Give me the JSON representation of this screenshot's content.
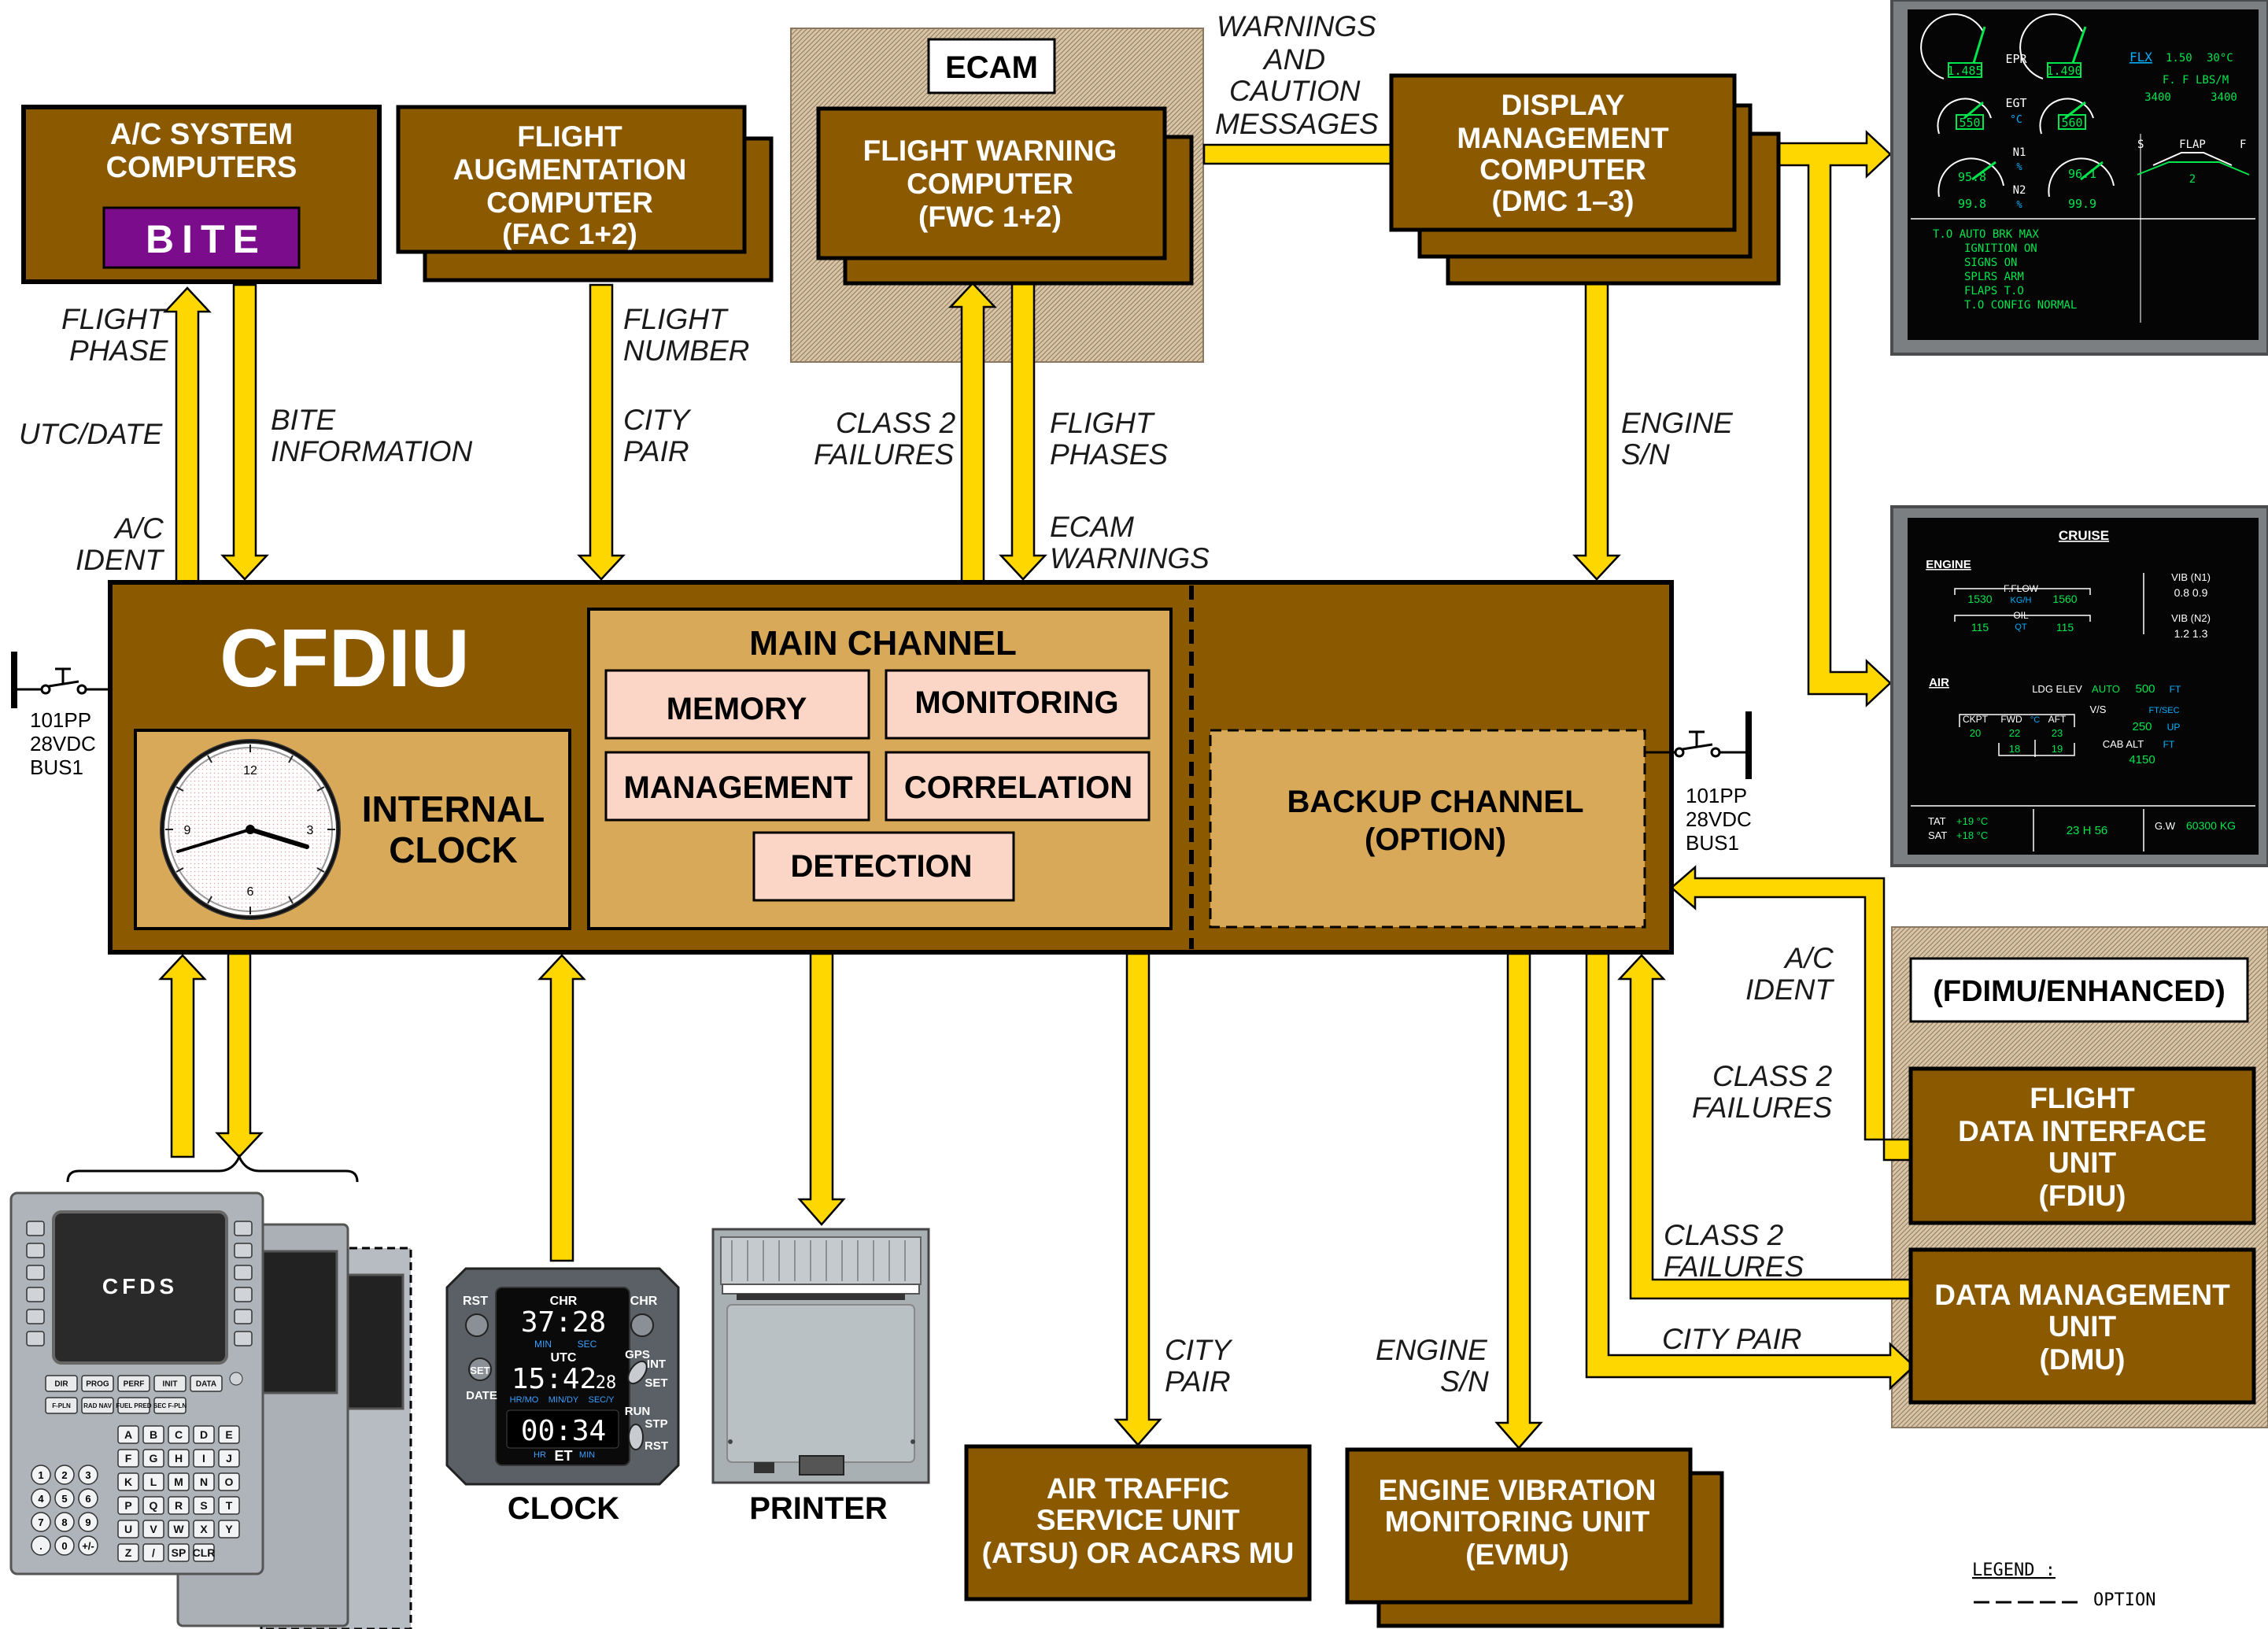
{
  "colors": {
    "box_fill": "#8b5a00",
    "box_border": "#000000",
    "channel_fill": "#d9a95a",
    "module_fill": "#fbd6c6",
    "arrow_fill": "#ffd700",
    "bite_fill": "#7b0c8c",
    "ecam_screen": "#0a0a0a",
    "screen_green": "#00e64d",
    "screen_cyan": "#00b0ff"
  },
  "boxes": {
    "ac_system": [
      "A/C SYSTEM",
      "COMPUTERS"
    ],
    "bite": "BITE",
    "fac": [
      "FLIGHT",
      "AUGMENTATION",
      "COMPUTER",
      "(FAC 1+2)"
    ],
    "ecam_title": "ECAM",
    "fwc": [
      "FLIGHT WARNING",
      "COMPUTER",
      "(FWC 1+2)"
    ],
    "dmc": [
      "DISPLAY",
      "MANAGEMENT",
      "COMPUTER",
      "(DMC 1–3)"
    ],
    "cfdiu": "CFDIU",
    "main_channel": "MAIN CHANNEL",
    "memory": "MEMORY",
    "monitoring": "MONITORING",
    "management": "MANAGEMENT",
    "correlation": "CORRELATION",
    "detection": "DETECTION",
    "internal_clock": [
      "INTERNAL",
      "CLOCK"
    ],
    "backup_channel": [
      "BACKUP CHANNEL",
      "(OPTION)"
    ],
    "fdimu_title": "(FDIMU/ENHANCED)",
    "fdiu": [
      "FLIGHT",
      "DATA INTERFACE",
      "UNIT",
      "(FDIU)"
    ],
    "dmu": [
      "DATA MANAGEMENT",
      "UNIT",
      "(DMU)"
    ],
    "atsu": [
      "AIR TRAFFIC",
      "SERVICE UNIT",
      "(ATSU) OR ACARS MU"
    ],
    "evmu": [
      "ENGINE VIBRATION",
      "MONITORING UNIT",
      "(EVMU)"
    ]
  },
  "labels": {
    "flight_phase": [
      "FLIGHT",
      "PHASE"
    ],
    "utc_date": "UTC/DATE",
    "ac_ident_left": [
      "A/C",
      "IDENT"
    ],
    "bite_information": [
      "BITE",
      "INFORMATION"
    ],
    "flight_number": [
      "FLIGHT",
      "NUMBER"
    ],
    "city_pair_top": [
      "CITY",
      "PAIR"
    ],
    "class2_left": [
      "CLASS 2",
      "FAILURES"
    ],
    "flight_phases": [
      "FLIGHT",
      "PHASES"
    ],
    "ecam_warnings": [
      "ECAM",
      "WARNINGS"
    ],
    "warnings_caution": [
      "WARNINGS",
      "AND",
      "CAUTION",
      "MESSAGES"
    ],
    "engine_sn_top": [
      "ENGINE",
      "S/N"
    ],
    "power_left": [
      "101PP",
      "28VDC",
      "BUS1"
    ],
    "power_right": [
      "101PP",
      "28VDC",
      "BUS1"
    ],
    "ac_ident_right": [
      "A/C",
      "IDENT"
    ],
    "class2_right_upper": [
      "CLASS 2",
      "FAILURES"
    ],
    "class2_right_lower": [
      "CLASS 2",
      "FAILURES"
    ],
    "city_pair_right": "CITY PAIR",
    "city_pair_bottom": [
      "CITY",
      "PAIR"
    ],
    "engine_sn_bottom": [
      "ENGINE",
      "S/N"
    ],
    "clock_caption": "CLOCK",
    "printer_caption": "PRINTER",
    "legend_title": "LEGEND :",
    "legend_option": "OPTION"
  },
  "clock_face": {
    "n12": "12",
    "n3": "3",
    "n6": "6",
    "n9": "9"
  },
  "mcdu": {
    "screen": "CFDS",
    "top_keys": [
      "DIR",
      "PROG",
      "PERF",
      "INIT",
      "DATA"
    ],
    "row2": [
      "F-PLN",
      "RAD NAV",
      "FUEL PRED",
      "SEC F-PLN"
    ],
    "letters": [
      "A",
      "B",
      "C",
      "D",
      "E",
      "F",
      "G",
      "H",
      "I",
      "J",
      "K",
      "L",
      "M",
      "N",
      "O",
      "P",
      "Q",
      "R",
      "S",
      "T",
      "U",
      "V",
      "W",
      "X",
      "Y",
      "Z",
      "/",
      "SP",
      "CLR"
    ],
    "digits": [
      "1",
      "2",
      "3",
      "4",
      "5",
      "6",
      "7",
      "8",
      "9",
      ".",
      "0",
      "+/-"
    ]
  },
  "clock_unit": {
    "rst": "RST",
    "chr_l": "CHR",
    "chr_r": "CHR",
    "chr_label": "CHR",
    "chr_value": "37:28",
    "min": "MIN",
    "sec": "SEC",
    "utc": "UTC",
    "utc_value": "15:42",
    "utc_sec": "28",
    "set": "SET",
    "date": "DATE",
    "gps": "GPS",
    "int": "INT",
    "set_r": "SET",
    "hrmo": "HR/MO",
    "mindy": "MIN/DY",
    "secy": "SEC/Y",
    "run": "RUN",
    "stp": "STP",
    "rst_r": "RST",
    "et_value": "00:34",
    "et": "ET",
    "hr": "HR",
    "min2": "MIN"
  },
  "ewd_screen": {
    "epr": "EPR",
    "egt": "EGT",
    "egt_unit": "°C",
    "n1": "N1",
    "n1_unit": "%",
    "n2": "N2",
    "n2_unit": "%",
    "epr_l": "1.485",
    "epr_r": "1.490",
    "egt_l": "550",
    "egt_r": "560",
    "n1_l": "95.8",
    "n1_r": "96.1",
    "n2_l": "99.8",
    "n2_r": "99.9",
    "flx": "FLX",
    "flx_val": "1.50",
    "flx_temp": "30°C",
    "ff": "F. F LBS/M",
    "ff_l": "3400",
    "ff_r": "3400",
    "s": "S",
    "flap": "FLAP",
    "f": "F",
    "flap_pos": "2",
    "memo": [
      "T.O  AUTO BRK MAX",
      "IGNITION ON",
      "SIGNS ON",
      "SPLRS ARM",
      "FLAPS T.O",
      "T.O CONFIG NORMAL"
    ]
  },
  "sd_screen": {
    "title": "CRUISE",
    "engine": "ENGINE",
    "fflow": "F.FLOW",
    "kgh": "KG/H",
    "ff_l": "1530",
    "ff_r": "1560",
    "oil": "OIL",
    "qt": "QT",
    "oil_l": "115",
    "oil_r": "115",
    "vib_n1": "VIB   (N1)",
    "vib_n1_val": "0.8   0.9",
    "vib_n2": "VIB   (N2)",
    "vib_n2_val": "1.2   1.3",
    "air": "AIR",
    "ldg_elev": "LDG ELEV",
    "auto": "AUTO",
    "ldg_val": "500",
    "ft": "FT",
    "vs": "V/S",
    "ftsec": "FT/SEC",
    "vs_val": "250",
    "up": "UP",
    "cab_alt": "CAB ALT",
    "ft2": "FT",
    "cab_val": "4150",
    "ckpt": "CKPT",
    "fwd": "FWD",
    "deg": "°C",
    "aft": "AFT",
    "ckpt_val": "20",
    "fwd_val": "22",
    "aft_val": "23",
    "duct_l": "18",
    "duct_r": "19",
    "tat": "TAT",
    "tat_val": "+19 °C",
    "sat": "SAT",
    "sat_val": "+18 °C",
    "time": "23 H 56",
    "gw": "G.W",
    "gw_val": "60300 KG"
  }
}
